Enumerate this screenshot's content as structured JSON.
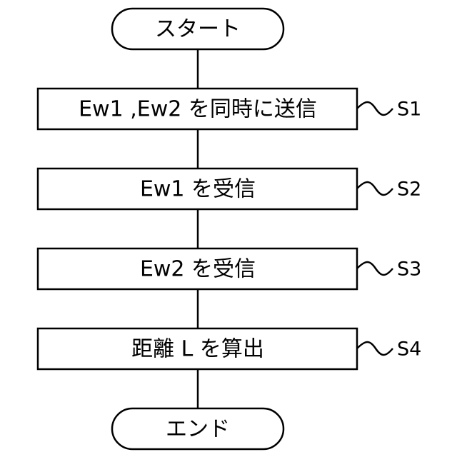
{
  "flowchart": {
    "start": {
      "label": "スタート"
    },
    "steps": [
      {
        "label": "Ew1 ,Ew2 を同時に送信",
        "id": "S1"
      },
      {
        "label": "Ew1 を受信",
        "id": "S2"
      },
      {
        "label": "Ew2 を受信",
        "id": "S3"
      },
      {
        "label": "距離 L を算出",
        "id": "S4"
      }
    ],
    "end": {
      "label": "エンド"
    }
  }
}
